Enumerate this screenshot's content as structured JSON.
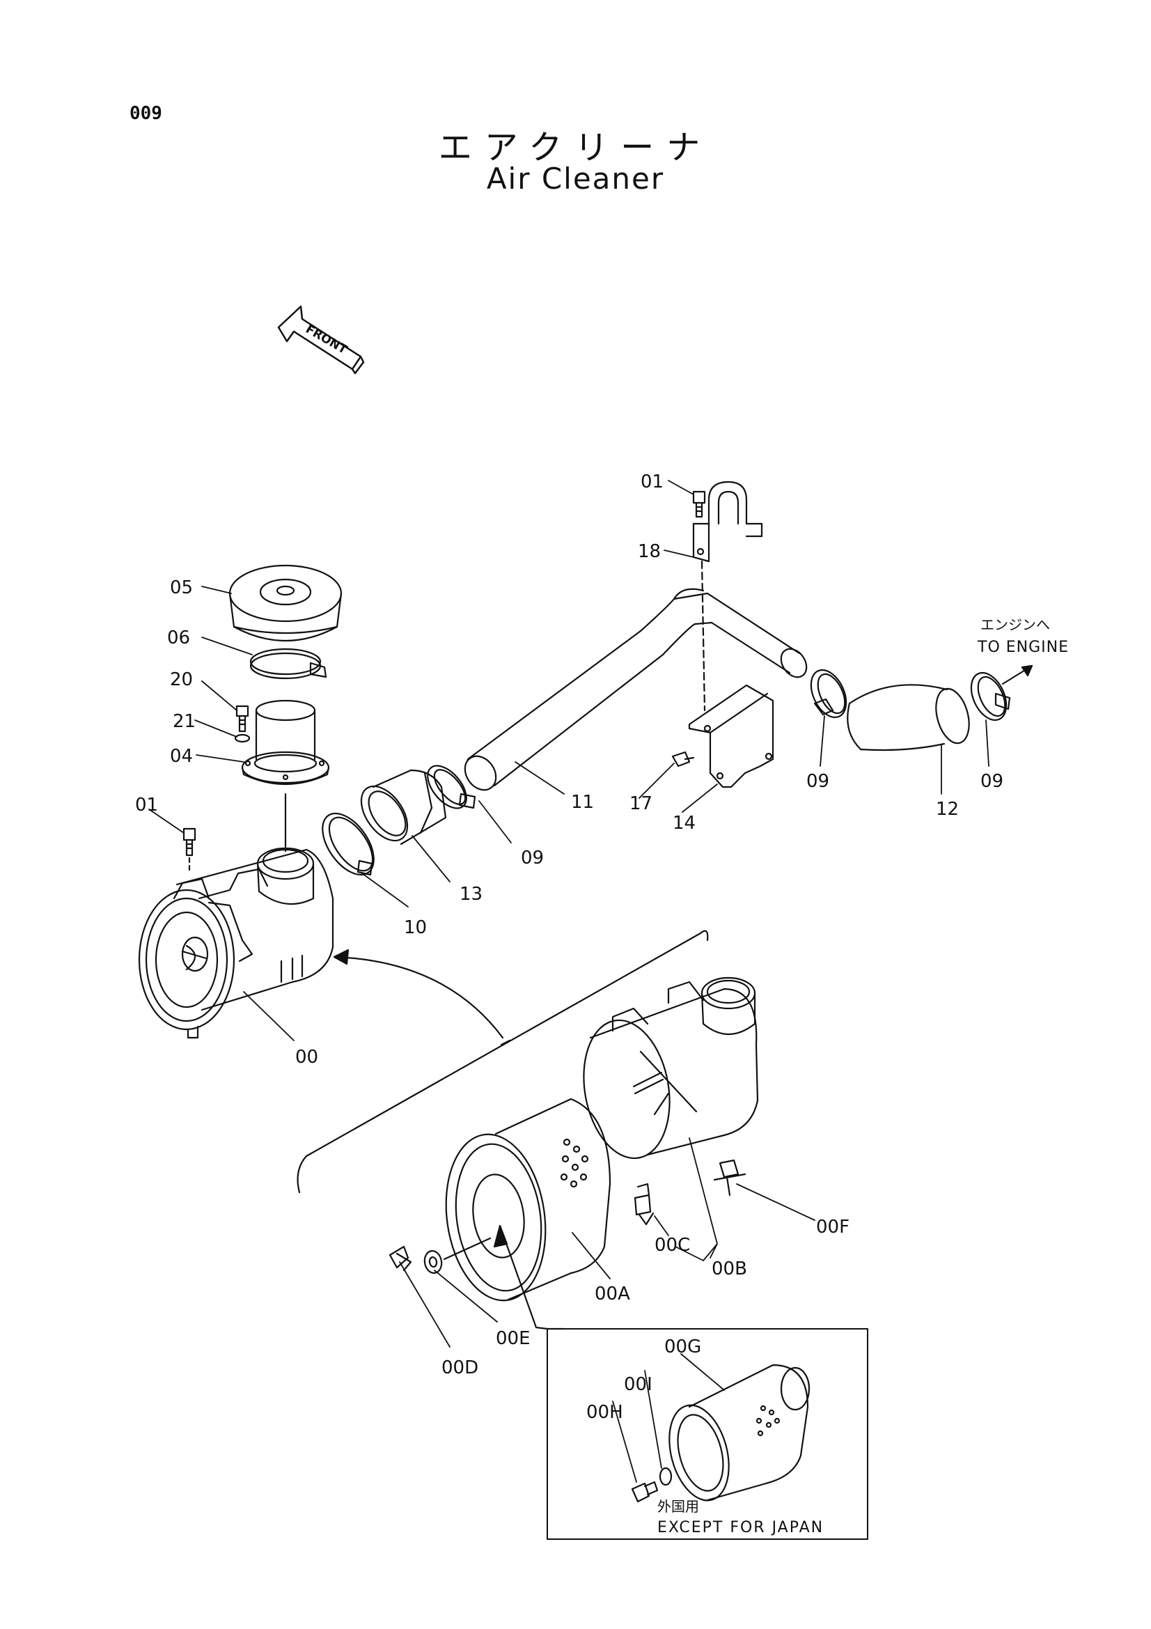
{
  "page_number": "009",
  "title_jp": "エアクリーナ",
  "title_en": "Air Cleaner",
  "front_label": "FRONT",
  "to_engine": {
    "jp": "エンジンへ",
    "en": "TO ENGINE"
  },
  "except_japan": {
    "jp": "外国用",
    "en": "EXCEPT FOR JAPAN"
  },
  "callouts": {
    "c01_top": "01",
    "c18": "18",
    "c05": "05",
    "c06": "06",
    "c20": "20",
    "c21": "21",
    "c04": "04",
    "c01_left": "01",
    "c09_right1": "09",
    "c09_right2": "09",
    "c12": "12",
    "c17": "17",
    "c14": "14",
    "c11": "11",
    "c09_mid": "09",
    "c13": "13",
    "c10": "10",
    "c00": "00",
    "c00F": "00F",
    "c00C": "00C",
    "c00B": "00B",
    "c00A": "00A",
    "c00E": "00E",
    "c00D": "00D",
    "c00G": "00G",
    "c00I": "00I",
    "c00H": "00H"
  }
}
